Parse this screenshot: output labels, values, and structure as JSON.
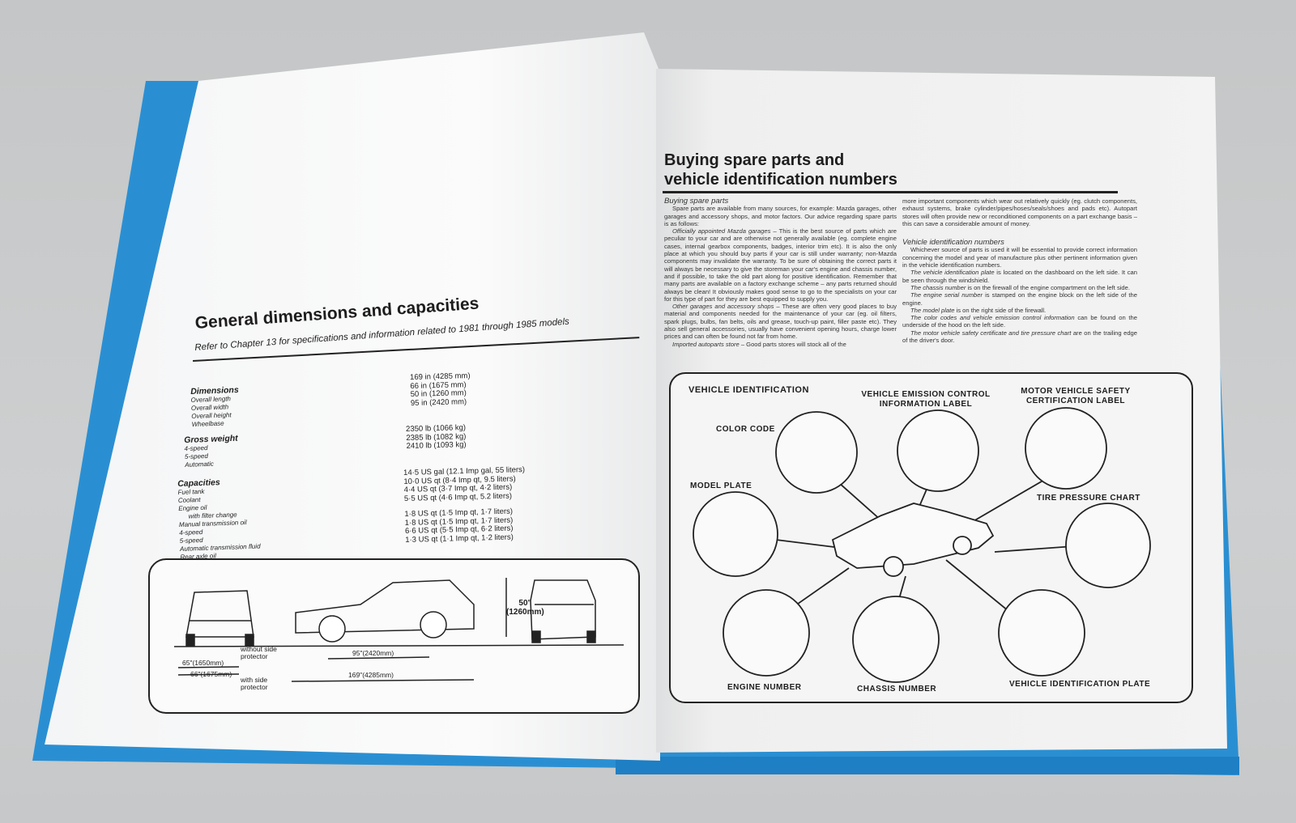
{
  "left_page": {
    "title": "General dimensions and capacities",
    "subtitle": "Refer to Chapter 13 for specifications and information related to 1981 through 1985 models",
    "sections": [
      {
        "heading": "Dimensions",
        "rows": [
          "Overall length",
          "Overall width",
          "Overall height",
          "Wheelbase"
        ],
        "values": [
          "169 in (4285 mm)",
          "66 in (1675 mm)",
          "50 in (1260 mm)",
          "95 in (2420 mm)"
        ]
      },
      {
        "heading": "Gross weight",
        "rows": [
          "4-speed",
          "5-speed",
          "Automatic"
        ],
        "values": [
          "2350 lb (1066 kg)",
          "2385 lb (1082 kg)",
          "2410 lb (1093 kg)"
        ]
      },
      {
        "heading": "Capacities",
        "rows": [
          "Fuel tank",
          "Coolant",
          "Engine oil",
          "with filter change",
          "Manual transmission oil",
          "4-speed",
          "5-speed",
          "Automatic transmission fluid",
          "Rear axle oil"
        ],
        "values": [
          "14·5 US gal (12.1 Imp gal, 55 liters)",
          "10·0 US qt (8·4 Imp qt, 9.5 liters)",
          "4·4 US qt (3·7 Imp qt, 4·2 liters)",
          "5·5 US qt (4·6 Imp qt, 5.2 liters)",
          "1·8 US qt (1·5 Imp qt, 1·7 liters)",
          "1·8 US qt (1·5 Imp qt, 1·7 liters)",
          "6·6 US qt (5·5 Imp qt, 6·2 liters)",
          "1·3 US qt (1·1 Imp qt, 1·2 liters)"
        ]
      }
    ],
    "diagram": {
      "height": "50\"",
      "height_mm": "(1260mm)",
      "width_without": "65\"(1650mm)",
      "without_side": "without side",
      "protector1": "protector",
      "width_with": "66\"(1675mm)",
      "with_side": "with side",
      "protector2": "protector",
      "wheelbase": "95\"(2420mm)",
      "length": "169\"(4285mm)"
    }
  },
  "right_page": {
    "title_line1": "Buying spare parts and",
    "title_line2": "vehicle identification numbers",
    "col1": {
      "heading": "Buying spare parts",
      "p1": "Spare parts are available from many sources, for example: Mazda garages, other garages and accessory shops, and motor factors. Our advice regarding spare parts is as follows:",
      "p2_lead": "Officially appointed Mazda garages",
      "p2": " – This is the best source of parts which are peculiar to your car and are otherwise not generally available (eg. complete engine cases, internal gearbox components, badges, interior trim etc). It is also the only place at which you should buy parts if your car is still under warranty; non-Mazda components may invalidate the warranty. To be sure of obtaining the correct parts it will always be necessary to give the storeman your car's engine and chassis number, and if possible, to take the old part along for positive identification. Remember that many parts are available on a factory exchange scheme – any parts returned should always be clean! It obviously makes good sense to go to the specialists on your car for this type of part for they are best equipped to supply you.",
      "p3_lead": "Other garages and accessory shops",
      "p3": " – These are often very good places to buy material and components needed for the maintenance of your car (eg. oil filters, spark plugs, bulbs, fan belts, oils and grease, touch-up paint, filler paste etc). They also sell general accessories, usually have convenient opening hours, charge lower prices and can often be found not far from home.",
      "p4_lead": "Imported autoparts store",
      "p4": " – Good parts stores will stock all of the"
    },
    "col2": {
      "p0": "more important components which wear out relatively quickly (eg. clutch components, exhaust systems, brake cylinder/pipes/hoses/seals/shoes and pads etc). Autopart stores will often provide new or reconditioned components on a part exchange basis – this can save a considerable amount of money.",
      "heading": "Vehicle identification numbers",
      "p1": "Whichever source of parts is used it will be essential to provide correct information concerning the model and year of manufacture plus other pertinent information given in the vehicle identification numbers.",
      "p2_lead": "The vehicle identification plate",
      "p2": " is located on the dashboard on the left side. It can be seen through the windshield.",
      "p3_lead": "The chassis number",
      "p3": " is on the firewall of the engine compartment on the left side.",
      "p4_lead": "The engine serial number",
      "p4": " is stamped on the engine block on the left side of the engine.",
      "p5_lead": "The model plate",
      "p5": " is on the right side of the firewall.",
      "p6_lead": "The color codes and vehicle emission control information",
      "p6": " can be found on the underside of the hood on the left side.",
      "p7_lead": "The motor vehicle safety certificate and tire pressure chart",
      "p7": " are on the trailing edge of the driver's door."
    },
    "diagram": {
      "title": "VEHICLE IDENTIFICATION",
      "emission": "VEHICLE EMISSION CONTROL INFORMATION LABEL",
      "safety": "MOTOR VEHICLE SAFETY CERTIFICATION LABEL",
      "color_code": "COLOR CODE",
      "model_plate": "MODEL PLATE",
      "tire": "TIRE PRESSURE CHART",
      "engine": "ENGINE NUMBER",
      "chassis": "CHASSIS NUMBER",
      "vin": "VEHICLE IDENTIFICATION PLATE"
    }
  }
}
